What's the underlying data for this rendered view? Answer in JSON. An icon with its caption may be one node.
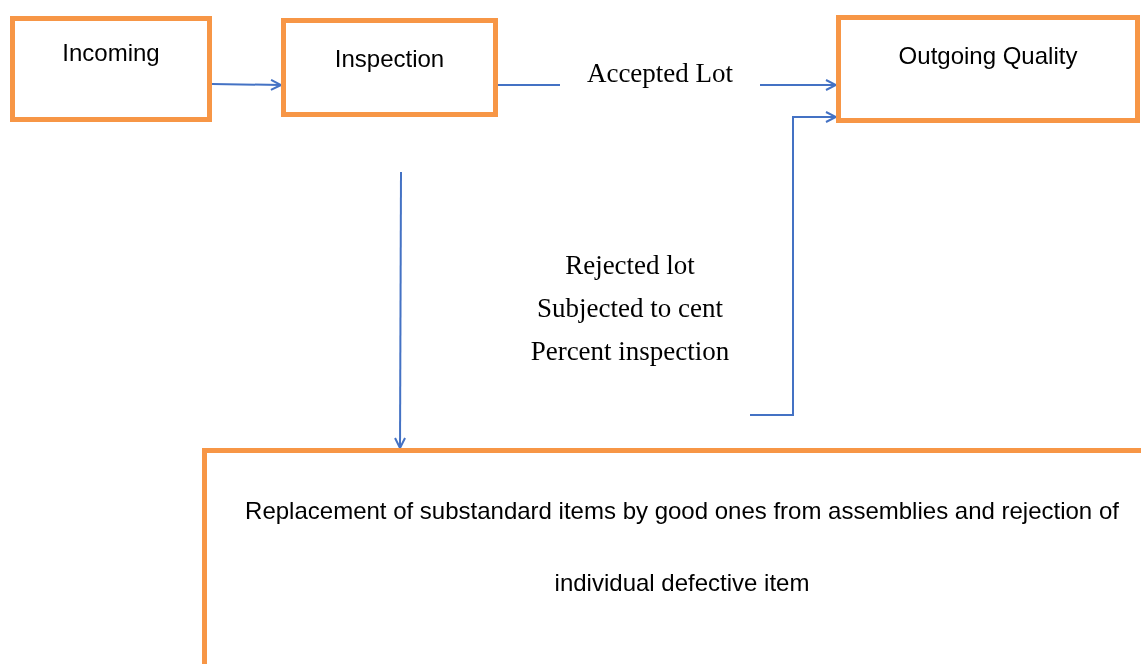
{
  "diagram": {
    "nodes": [
      {
        "text": [
          "Incoming"
        ]
      },
      {
        "text": [
          "Inspection"
        ]
      },
      {
        "text": [
          "Outgoing Quality"
        ]
      },
      {
        "text": [
          "Replacement of substandard items by good ones from assemblies and rejection of individual defective item"
        ]
      }
    ],
    "edges": [
      {
        "from": 0,
        "to": 1,
        "arrow": "to"
      },
      {
        "from": 1,
        "to": 2,
        "arrow": "to",
        "label": "Accepted Lot"
      },
      {
        "from": null,
        "to": 3,
        "arrow": "to"
      },
      {
        "from": null,
        "to": 2,
        "arrow": "to",
        "label": "Rejected lot Subjected to cent Percent inspection"
      }
    ]
  }
}
